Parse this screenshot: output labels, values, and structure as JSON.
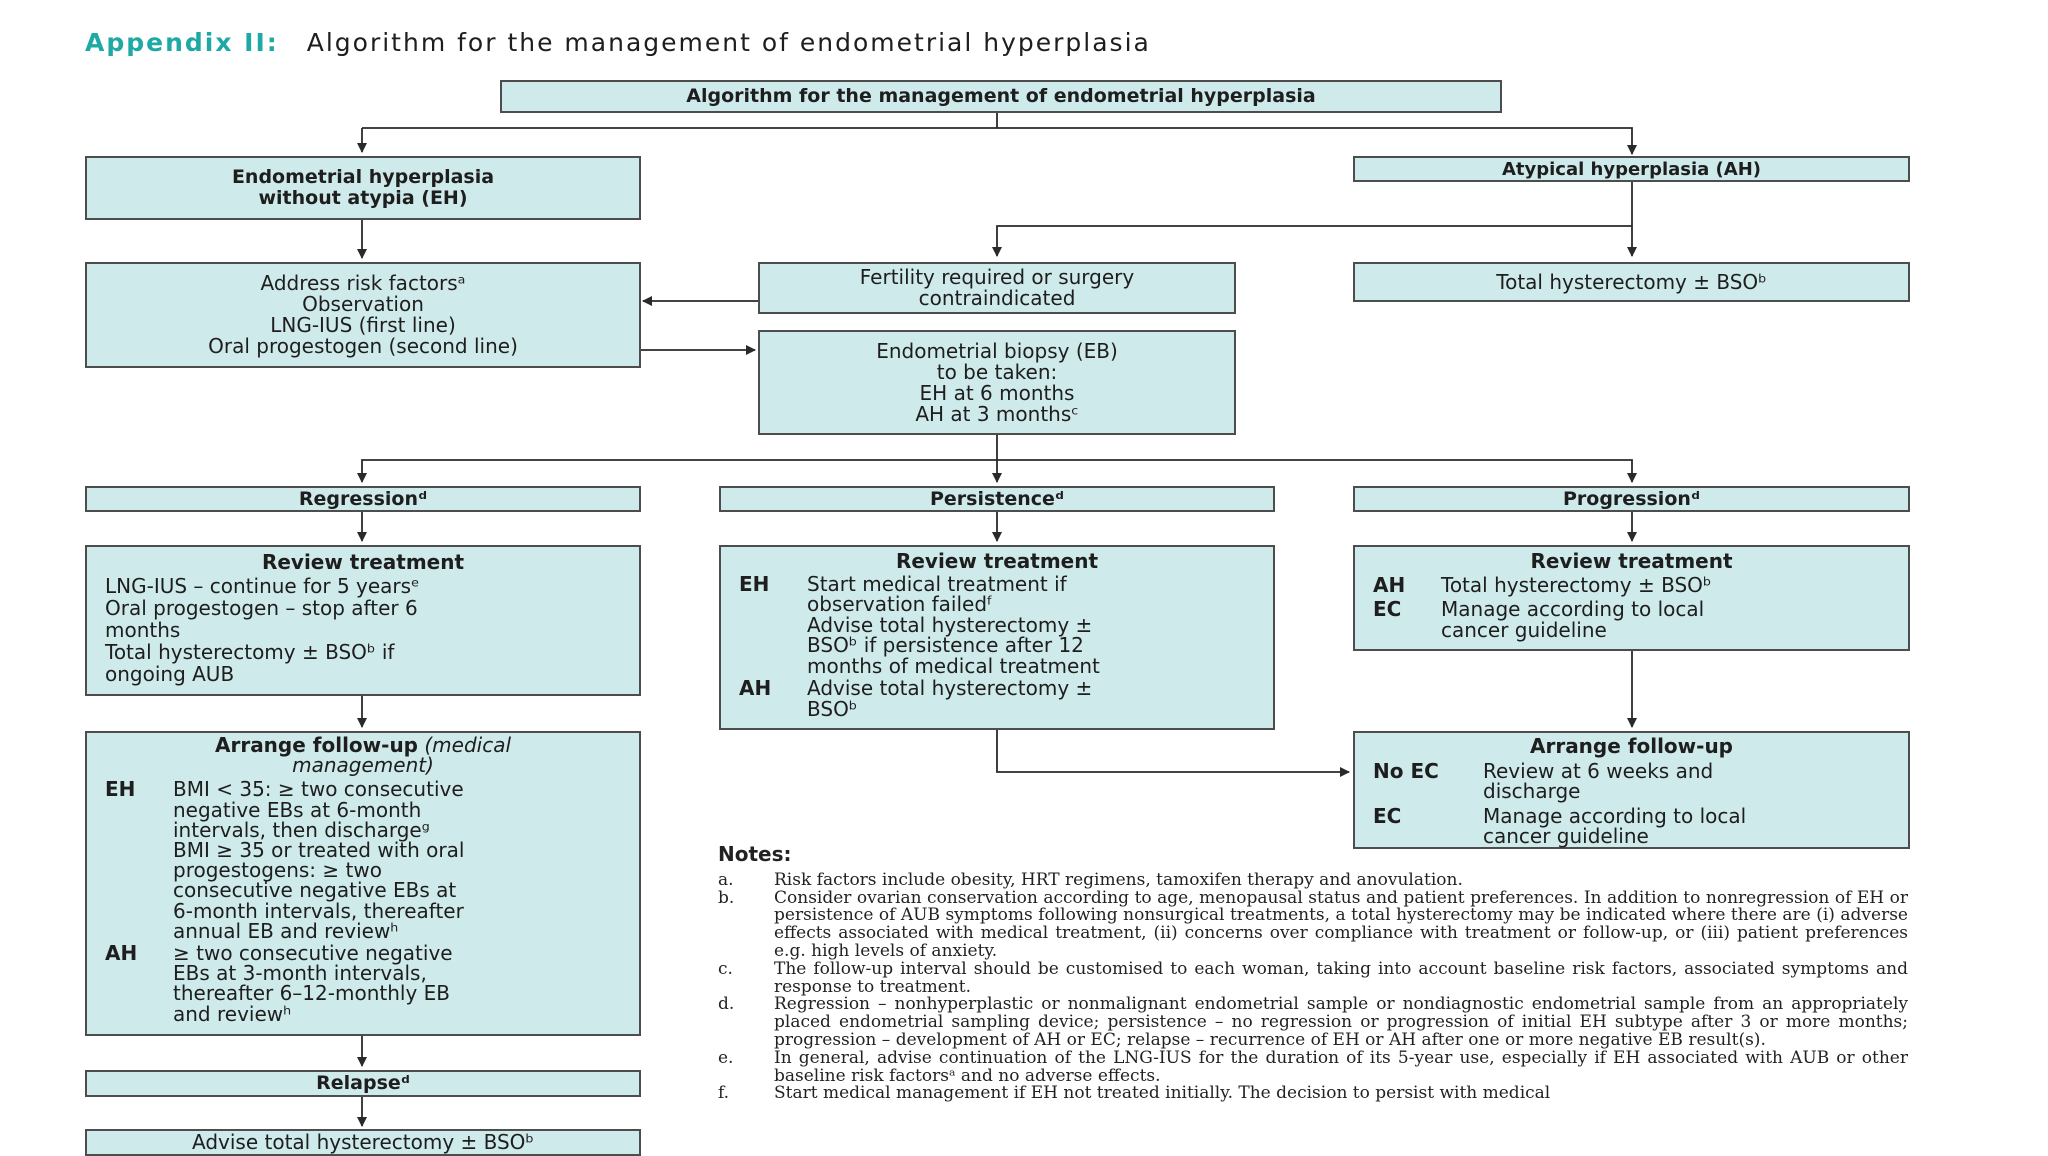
{
  "heading": {
    "prefix": "Appendix II:",
    "text": "Algorithm for the management of endometrial hyperplasia"
  },
  "top_box": "Algorithm for the management of endometrial hyperplasia",
  "eh_box": [
    "Endometrial hyperplasia",
    "without atypia (EH)"
  ],
  "ah_box": "Atypical hyperplasia (AH)",
  "address_box": [
    "Address risk factorsᵃ",
    "Observation",
    "LNG-IUS (first line)",
    "Oral progestogen (second line)"
  ],
  "fertility_box": [
    "Fertility required or surgery",
    "contraindicated"
  ],
  "total_box": "Total hysterectomy ± BSOᵇ",
  "biopsy_box": [
    "Endometrial biopsy (EB)",
    "to be taken:",
    "EH at 6 months",
    "AH at 3 monthsᶜ"
  ],
  "regression": "Regressionᵈ",
  "persistence": "Persistenceᵈ",
  "progression": "Progressionᵈ",
  "review_left": {
    "title": "Review treatment",
    "lines": [
      "LNG-IUS – continue for 5 yearsᵉ",
      "Oral progestogen – stop after 6",
      "months",
      "Total hysterectomy ± BSOᵇ if",
      "ongoing AUB"
    ]
  },
  "review_mid": {
    "title": "Review treatment",
    "eh_label": "EH",
    "eh_lines": [
      "Start medical treatment if",
      "observation failedᶠ",
      "Advise total hysterectomy ±",
      "BSOᵇ if persistence after 12",
      "months of medical treatment"
    ],
    "ah_label": "AH",
    "ah_lines": [
      "Advise total hysterectomy ±",
      "BSOᵇ"
    ]
  },
  "review_right": {
    "title": "Review treatment",
    "ah_label": "AH",
    "ah_text": "Total hysterectomy ± BSOᵇ",
    "ec_label": "EC",
    "ec_lines": [
      "Manage according to local",
      "cancer guideline"
    ]
  },
  "followup_left": {
    "title": "Arrange follow-up",
    "title_italic": "(medical",
    "title_italic2": "management)",
    "eh_label": "EH",
    "eh_lines": [
      "BMI < 35: ≥ two consecutive",
      "negative EBs at 6-month",
      "intervals, then dischargeᵍ",
      "BMI ≥ 35 or treated with oral",
      "progestogens: ≥ two",
      "consecutive negative EBs at",
      "6-month intervals, thereafter",
      "annual EB and reviewʰ"
    ],
    "ah_label": "AH",
    "ah_lines": [
      "≥ two consecutive negative",
      "EBs at 3-month intervals,",
      "thereafter 6–12-monthly EB",
      "and reviewʰ"
    ]
  },
  "followup_right": {
    "title": "Arrange follow-up",
    "noec_label": "No EC",
    "noec_lines": [
      "Review at 6 weeks and",
      "discharge"
    ],
    "ec_label": "EC",
    "ec_lines": [
      "Manage according to local",
      "cancer guideline"
    ]
  },
  "relapse": "Relapseᵈ",
  "advise_box": "Advise total hysterectomy ± BSOᵇ",
  "notes": {
    "title": "Notes:",
    "items": [
      {
        "letter": "a.",
        "text": "Risk factors include obesity, HRT regimens, tamoxifen therapy and anovulation."
      },
      {
        "letter": "b.",
        "text": "Consider ovarian conservation according to age, menopausal status and patient preferences. In addition to nonregression of EH or persistence of AUB symptoms following nonsurgical treatments, a total hysterectomy may be indicated where there are (i) adverse effects associated with medical treatment, (ii) concerns over compliance with treatment or follow-up, or (iii) patient preferences e.g. high levels of anxiety."
      },
      {
        "letter": "c.",
        "text": "The follow-up interval should be customised to each woman, taking into account baseline risk factors, associated symptoms and response to treatment."
      },
      {
        "letter": "d.",
        "text": "Regression – nonhyperplastic or nonmalignant endometrial sample or nondiagnostic endometrial sample from an appropriately placed endometrial sampling device; persistence – no regression or progression of initial EH subtype after 3 or more months; progression – development of AH or EC; relapse – recurrence of EH or AH after one or more negative EB result(s)."
      },
      {
        "letter": "e.",
        "text": "In general, advise continuation of the LNG-IUS for the duration of its 5-year use, especially if EH associated with AUB or other baseline risk factorsᵃ and no adverse effects."
      },
      {
        "letter": "f.",
        "text": "Start medical management if EH not treated initially. The decision to persist with medical"
      }
    ]
  }
}
